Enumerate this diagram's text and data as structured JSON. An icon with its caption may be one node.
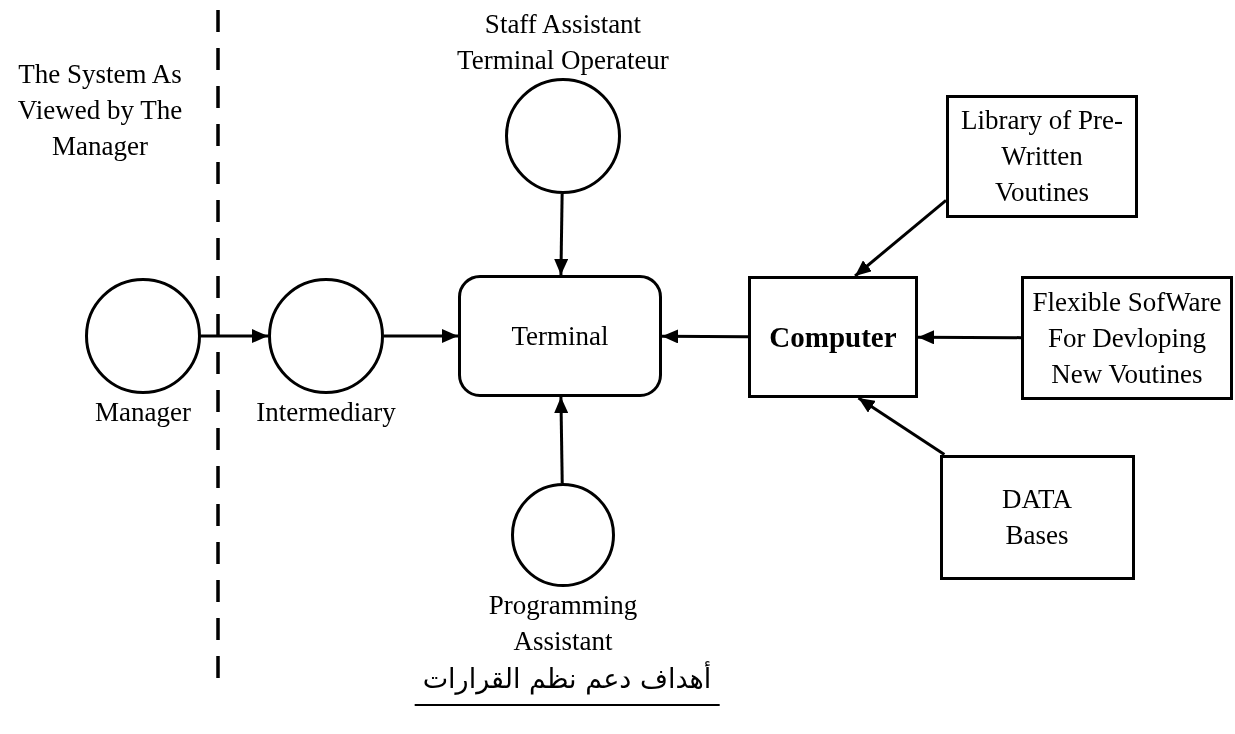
{
  "diagram": {
    "caption": "أهداف دعم نظم القرارات",
    "nodes": [
      {
        "text": [
          "Staff Assistant Terminal Operateur"
        ]
      },
      {
        "text": [
          "Manager"
        ]
      },
      {
        "text": [
          "Intermediary"
        ]
      },
      {
        "text": [
          "Terminal"
        ]
      },
      {
        "text": [
          "Computer"
        ]
      },
      {
        "text": [
          "Library of Pre-Written Voutines"
        ]
      },
      {
        "text": [
          "Flexible SofWare For Devloping New Voutines"
        ]
      },
      {
        "text": [
          "DATA Bases"
        ]
      },
      {
        "text": [
          "Programming Assistant"
        ]
      }
    ],
    "edges": [
      {
        "from": 0,
        "to": 3,
        "arrow": "to"
      },
      {
        "from": 1,
        "to": 2,
        "arrow": "to"
      },
      {
        "from": 2,
        "to": 3,
        "arrow": "to"
      },
      {
        "from": 4,
        "to": 3,
        "arrow": "to"
      },
      {
        "from": 5,
        "to": 4,
        "arrow": "to"
      },
      {
        "from": 6,
        "to": 4,
        "arrow": "to"
      },
      {
        "from": 7,
        "to": 4,
        "arrow": "to"
      },
      {
        "from": 8,
        "to": 3,
        "arrow": "to"
      }
    ],
    "labels": [
      "The System As Viewed by The Manager"
    ]
  }
}
